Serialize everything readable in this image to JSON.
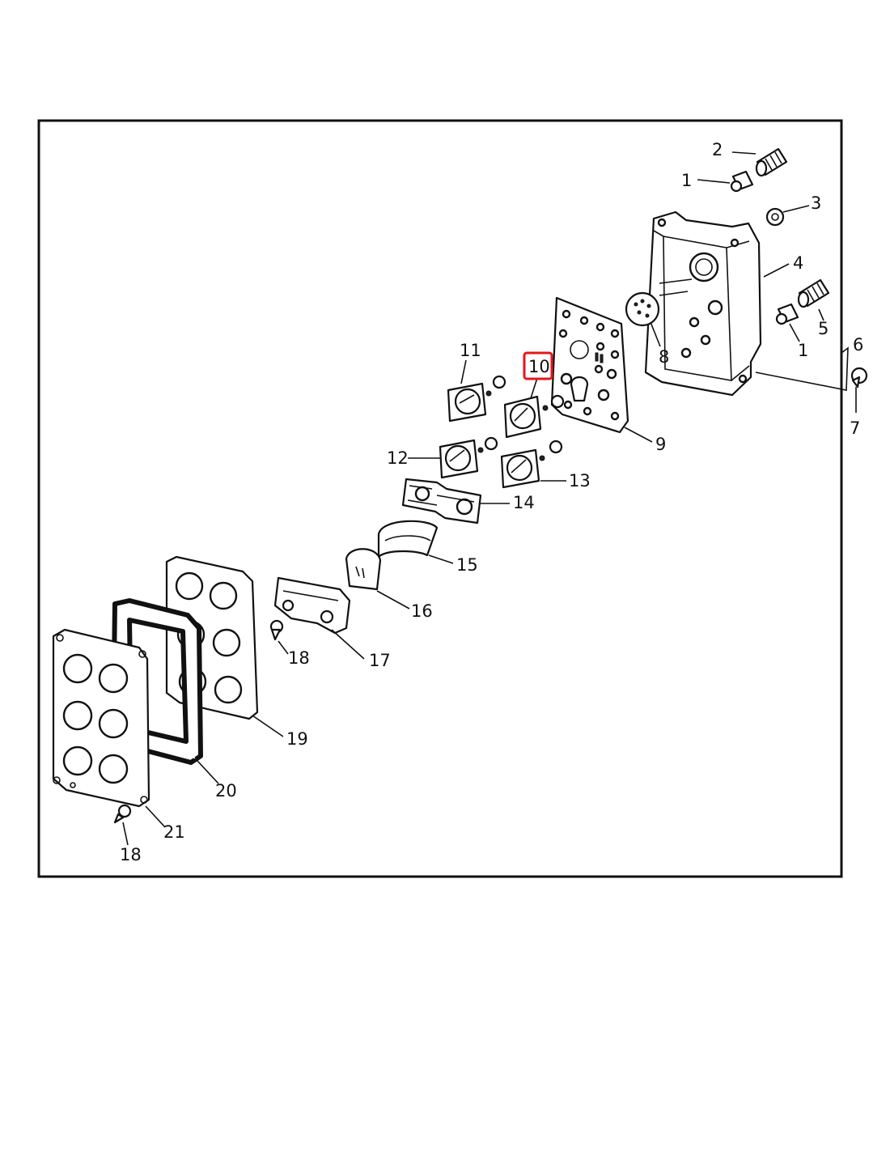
{
  "diagram": {
    "callouts": [
      {
        "id": "c1a",
        "text": "1"
      },
      {
        "id": "c2",
        "text": "2"
      },
      {
        "id": "c3",
        "text": "3"
      },
      {
        "id": "c4",
        "text": "4"
      },
      {
        "id": "c5",
        "text": "5"
      },
      {
        "id": "c1b",
        "text": "1"
      },
      {
        "id": "c6",
        "text": "6"
      },
      {
        "id": "c7",
        "text": "7"
      },
      {
        "id": "c8",
        "text": "8"
      },
      {
        "id": "c9",
        "text": "9"
      },
      {
        "id": "c10",
        "text": "10",
        "highlighted": true
      },
      {
        "id": "c11",
        "text": "11"
      },
      {
        "id": "c12",
        "text": "12"
      },
      {
        "id": "c13",
        "text": "13"
      },
      {
        "id": "c14",
        "text": "14"
      },
      {
        "id": "c15",
        "text": "15"
      },
      {
        "id": "c16",
        "text": "16"
      },
      {
        "id": "c17",
        "text": "17"
      },
      {
        "id": "c18a",
        "text": "18"
      },
      {
        "id": "c19",
        "text": "19"
      },
      {
        "id": "c20",
        "text": "20"
      },
      {
        "id": "c21",
        "text": "21"
      },
      {
        "id": "c18b",
        "text": "18"
      }
    ],
    "highlight_color": "#e8141e",
    "line_color": "#111111"
  }
}
